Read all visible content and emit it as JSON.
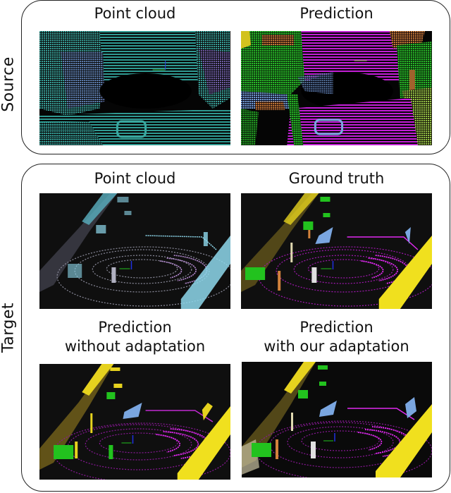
{
  "figure": {
    "rows": [
      {
        "label": "Source",
        "panels": [
          {
            "caption": "Point cloud",
            "scene": "source-point-cloud"
          },
          {
            "caption": "Prediction",
            "scene": "source-prediction"
          }
        ]
      },
      {
        "label": "Target",
        "panels": [
          {
            "caption": "Point cloud",
            "scene": "target-point-cloud"
          },
          {
            "caption": "Ground truth",
            "scene": "target-ground-truth"
          },
          {
            "caption_line1": "Prediction",
            "caption_line2": "without adaptation",
            "scene": "target-prediction-no-adaptation"
          },
          {
            "caption_line1": "Prediction",
            "caption_line2": "with our adaptation",
            "scene": "target-prediction-with-adaptation"
          }
        ]
      }
    ],
    "colors": {
      "road": "#d21ee6",
      "vegetation": "#22c21e",
      "building": "#e6d21e",
      "car": "#7aa6e0",
      "terrain": "#9ccc4a",
      "trunk": "#d2823c",
      "person": "#e0e0e0",
      "raw_teal": "#3aa8a0",
      "raw_blue": "#6a80c0",
      "raw_cyan": "#8ee0f0",
      "raw_gray": "#7a7a8a",
      "background_source": "#050505",
      "background_target": "#0f0f0f"
    }
  }
}
